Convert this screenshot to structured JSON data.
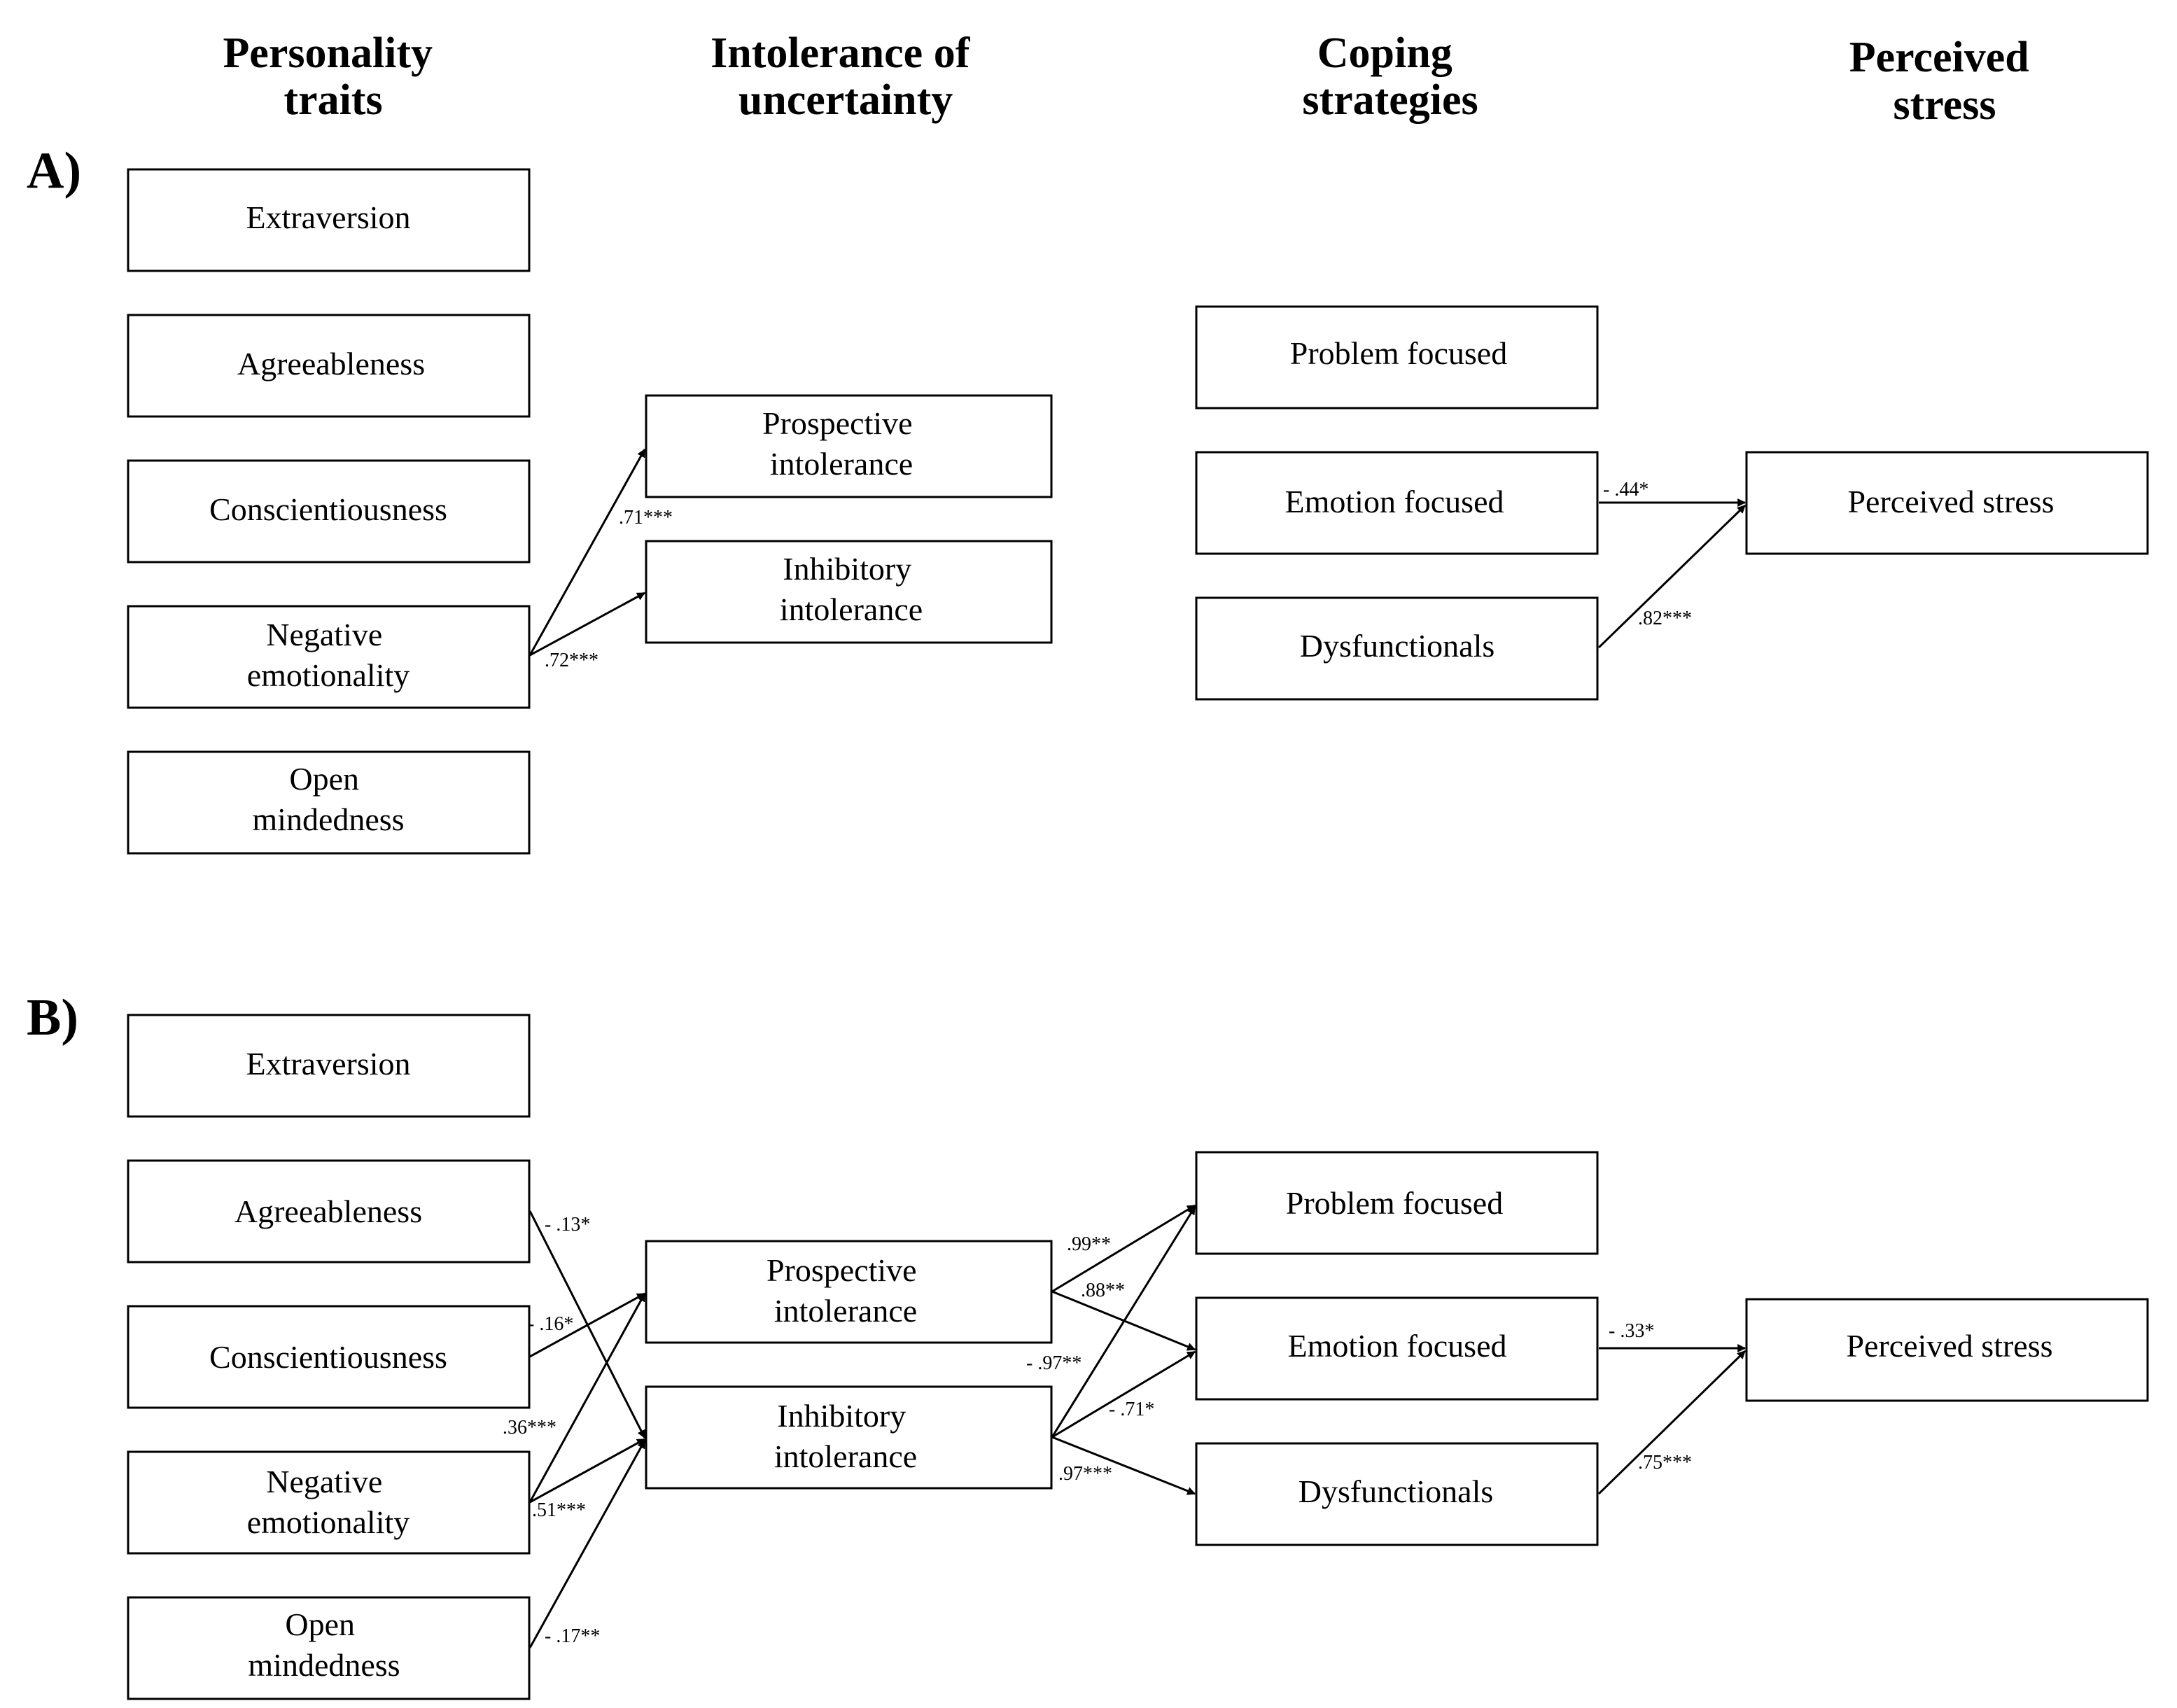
{
  "headers": {
    "personality": [
      "Personality",
      "traits"
    ],
    "intolerance": [
      "Intolerance of",
      "uncertainty"
    ],
    "coping": [
      "Coping",
      "strategies"
    ],
    "stress": [
      "Perceived",
      "stress"
    ]
  },
  "panels": {
    "a": {
      "label": "A)",
      "personality": {
        "extraversion": [
          "Extraversion"
        ],
        "agreeableness": [
          "Agreeableness"
        ],
        "conscientiousness": [
          "Conscientiousness"
        ],
        "negative_emotionality": [
          "Negative",
          "emotionality"
        ],
        "open_mindedness": [
          "Open",
          "mindedness"
        ]
      },
      "intolerance": {
        "prospective": [
          "Prospective",
          "intolerance"
        ],
        "inhibitory": [
          "Inhibitory",
          "intolerance"
        ]
      },
      "coping": {
        "problem": [
          "Problem focused"
        ],
        "emotion": [
          "Emotion focused"
        ],
        "dysfunctional": [
          "Dysfunctionals"
        ]
      },
      "stress": [
        "Perceived stress"
      ],
      "coefficients": {
        "negemo_to_prospective": ".71***",
        "negemo_to_inhibitory": ".72***",
        "emotion_to_stress": "- .44*",
        "dysfunctional_to_stress": ".82***"
      }
    },
    "b": {
      "label": "B)",
      "personality": {
        "extraversion": [
          "Extraversion"
        ],
        "agreeableness": [
          "Agreeableness"
        ],
        "conscientiousness": [
          "Conscientiousness"
        ],
        "negative_emotionality": [
          "Negative",
          "emotionality"
        ],
        "open_mindedness": [
          "Open",
          "mindedness"
        ]
      },
      "intolerance": {
        "prospective": [
          "Prospective",
          "intolerance"
        ],
        "inhibitory": [
          "Inhibitory",
          "intolerance"
        ]
      },
      "coping": {
        "problem": [
          "Problem focused"
        ],
        "emotion": [
          "Emotion focused"
        ],
        "dysfunctional": [
          "Dysfunctionals"
        ]
      },
      "stress": [
        "Perceived stress"
      ],
      "coefficients": {
        "agree_to_inhibitory": "- .13*",
        "consc_to_prospective": "- .16*",
        "negemo_to_prospective": ".36***",
        "negemo_to_inhibitory": ".51***",
        "open_to_inhibitory": "- .17**",
        "prospective_to_problem": ".99**",
        "prospective_to_emotion": ".88**",
        "inhibitory_to_problem": "- .97**",
        "inhibitory_to_emotion": "- .71*",
        "inhibitory_to_dysfunctional": ".97***",
        "emotion_to_stress": "- .33*",
        "dysfunctional_to_stress": ".75***"
      }
    }
  }
}
